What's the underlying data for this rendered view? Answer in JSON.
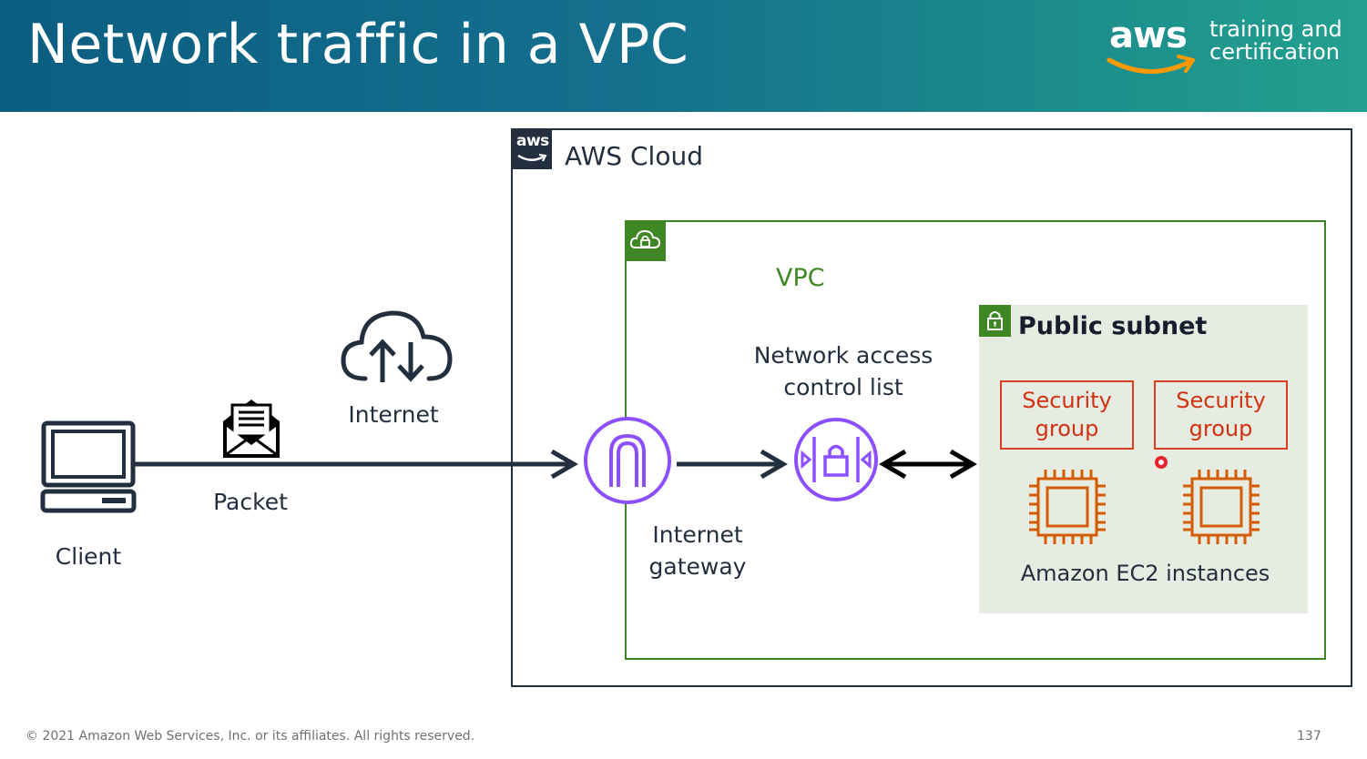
{
  "slide": {
    "title": "Network traffic in a VPC",
    "logo": {
      "word": "aws",
      "line1": "training and",
      "line2": "certification"
    },
    "footer": "© 2021 Amazon Web Services, Inc. or its affiliates. All rights reserved.",
    "page_number": "137"
  },
  "diagram": {
    "client_label": "Client",
    "packet_label": "Packet",
    "internet_label": "Internet",
    "aws_cloud_label": "AWS Cloud",
    "aws_badge_text": "aws",
    "vpc_label": "VPC",
    "internet_gateway_label": "Internet\ngateway",
    "nacl_label": "Network access\ncontrol list",
    "public_subnet_label": "Public subnet",
    "security_groups": [
      "Security\ngroup",
      "Security\ngroup"
    ],
    "ec2_label": "Amazon EC2 instances"
  },
  "colors": {
    "header_start": "#0c5e80",
    "header_end": "#23a08e",
    "aws_dark": "#232f3e",
    "vpc_green": "#3f8624",
    "subnet_fill": "#e6ece1",
    "security_red": "#d13212",
    "ec2_orange": "#d45b07",
    "networking_purple": "#8c4fff",
    "smile_orange": "#ff9900"
  },
  "icons": [
    "laptop-icon",
    "envelope-icon",
    "cloud-upload-download-icon",
    "aws-logo-icon",
    "vpc-cloud-lock-icon",
    "internet-gateway-icon",
    "nacl-icon",
    "subnet-lock-icon",
    "ec2-chip-icon"
  ]
}
